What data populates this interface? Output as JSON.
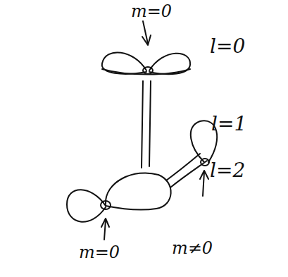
{
  "diagram": {
    "labels": [
      "m=0",
      "l=0",
      "l=1",
      "l=2",
      "m=0",
      "m≠0"
    ]
  }
}
